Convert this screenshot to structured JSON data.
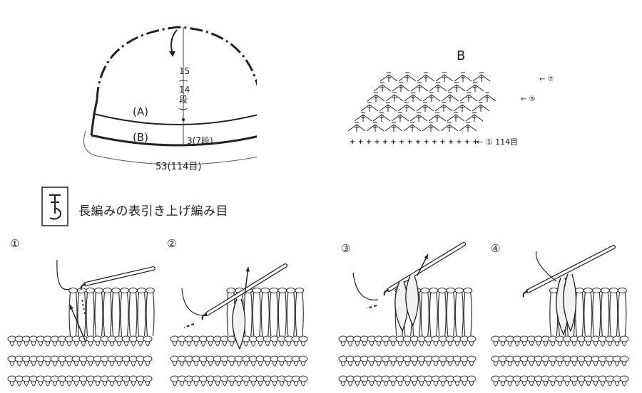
{
  "hat": {
    "label_a": "(A)",
    "label_b": "(B)",
    "height_label": [
      "15",
      "(",
      "14",
      "段",
      ")"
    ],
    "band_label": "3(7段)",
    "circumference_label": "53(114目)"
  },
  "chart_b": {
    "title": "B",
    "row_label_7": "← ⑦",
    "row_label_5": "← ⑤",
    "row_label_1": "← ① 114目"
  },
  "stitch": {
    "title": "長編みの表引き上げ編み目",
    "icon": "front-post-double-crochet-symbol"
  },
  "steps": [
    {
      "number": "①",
      "icon": "hook-yarn-over-arrow"
    },
    {
      "number": "②",
      "icon": "hook-insert-arrow"
    },
    {
      "number": "③",
      "icon": "hook-pull-through-arrow"
    },
    {
      "number": "④",
      "icon": "finished-post-stitch"
    }
  ],
  "colors": {
    "line": "#222222",
    "paper": "#ffffff",
    "yarn": "#f2f2f2"
  }
}
